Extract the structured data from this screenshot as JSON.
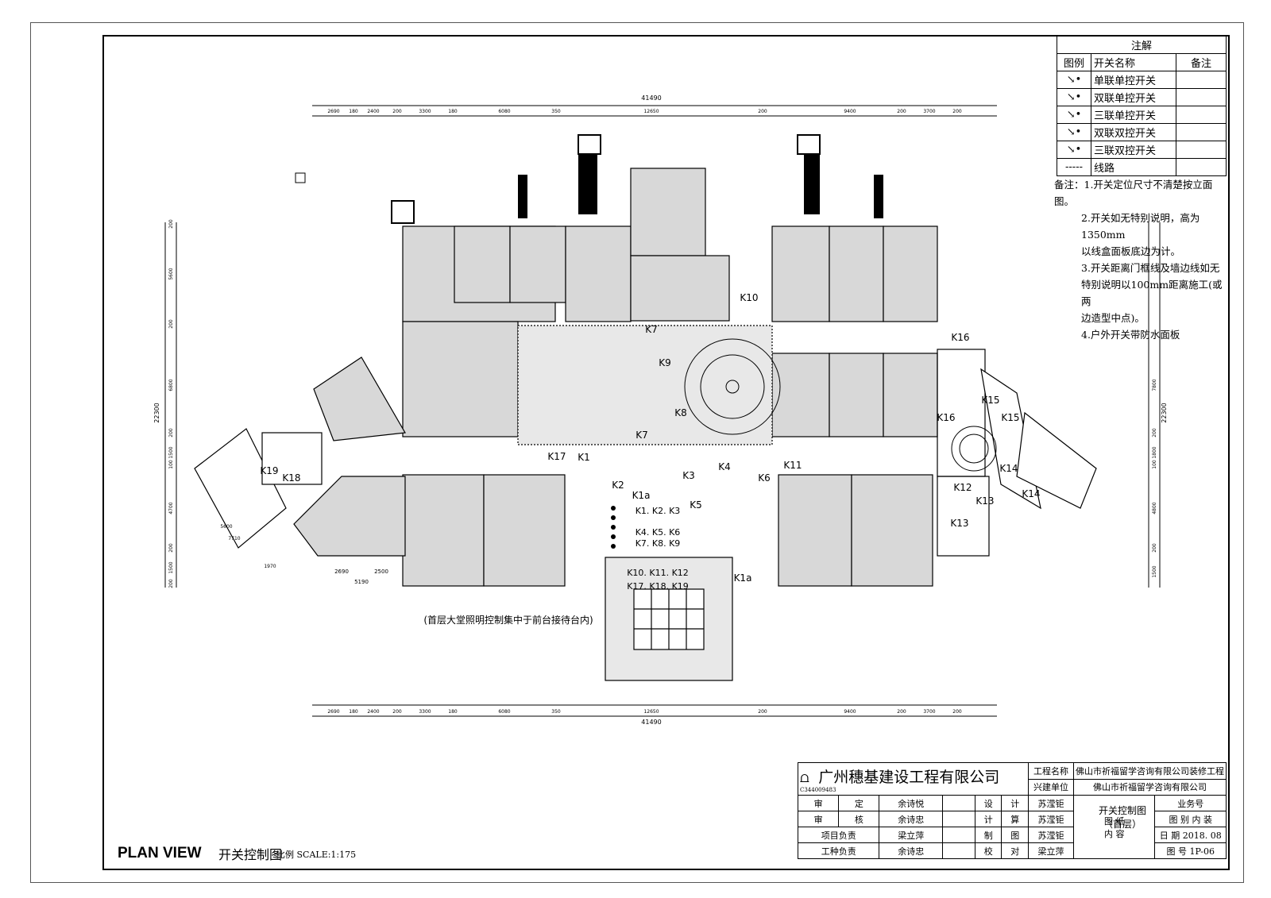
{
  "legend": {
    "title": "注解",
    "headers": [
      "图例",
      "开关名称",
      "备注"
    ],
    "rows": [
      {
        "icon": "single-switch-icon",
        "name": "单联单控开关"
      },
      {
        "icon": "double-switch-icon",
        "name": "双联单控开关"
      },
      {
        "icon": "triple-switch-icon",
        "name": "三联单控开关"
      },
      {
        "icon": "double-dual-switch-icon",
        "name": "双联双控开关"
      },
      {
        "icon": "triple-dual-switch-icon",
        "name": "三联双控开关"
      },
      {
        "icon": "line-icon",
        "name": "线路"
      }
    ]
  },
  "notes": [
    "备注：1.开关定位尺寸不清楚按立面图。",
    "2.开关如无特别说明，高为1350mm",
    "以线盒面板底边为计。",
    "3.开关距离门框线及墙边线如无",
    "特别说明以100mm距离施工(或两",
    "边造型中点)。",
    "4.户外开关带防水面板"
  ],
  "dimensions": {
    "top_total": "41490",
    "top_segments": [
      "2690",
      "180",
      "2400",
      "200",
      "3300",
      "180",
      "6080",
      "350",
      "12650",
      "200",
      "9400",
      "200",
      "3700",
      "200"
    ],
    "left_total": "22300",
    "left_segments": [
      "200",
      "5600",
      "200",
      "6800",
      "200",
      "1500",
      "100",
      "4700",
      "200",
      "1500",
      "200"
    ],
    "right_total": "22300",
    "right_segments": [
      "7800",
      "200",
      "1800",
      "100",
      "4800",
      "200",
      "1500"
    ],
    "diag": [
      "5600",
      "7710",
      "1970"
    ],
    "bottom_left": [
      "2690",
      "2500",
      "5190"
    ]
  },
  "switch_labels": [
    "K1",
    "K1a",
    "K2",
    "K3",
    "K4",
    "K5",
    "K6",
    "K7",
    "K7",
    "K8",
    "K9",
    "K10",
    "K11",
    "K12",
    "K13",
    "K13",
    "K14",
    "K14",
    "K15",
    "K15",
    "K16",
    "K16",
    "K17",
    "K18",
    "K19",
    "K1a"
  ],
  "panel_labels": [
    "K1. K2. K3",
    "K4. K5. K6",
    "K7. K8. K9",
    "K10. K11. K12",
    "K17. K18. K19"
  ],
  "lobby_note": "(首层大堂照明控制集中于前台接待台内)",
  "title": {
    "plan_view": "PLAN VIEW",
    "drawing_cn": "开关控制图",
    "scale": "比例 SCALE:1:175"
  },
  "title_block": {
    "company": "广州穗基建设工程有限公司",
    "company_code": "C344009483",
    "project_label": "工程名称",
    "project": "佛山市祈福留学咨询有限公司装修工程",
    "client_label": "兴建单位",
    "client": "佛山市祈福留学咨询有限公司",
    "rows": [
      [
        "审",
        "定",
        "余诗悦",
        "设",
        "计",
        "苏滢钜"
      ],
      [
        "审",
        "核",
        "余诗忠",
        "计",
        "算",
        "苏滢钜"
      ],
      [
        "项目负责",
        "",
        "梁立萍",
        "制",
        "图",
        "苏滢钜"
      ],
      [
        "工种负责",
        "",
        "余诗忠",
        "校",
        "对",
        "梁立萍"
      ]
    ],
    "content_label_1": "图 纸",
    "content_label_2": "内 容",
    "drawing_name": "开关控制图",
    "drawing_sub": "（首层）",
    "meta": [
      {
        "label": "业务号",
        "value": ""
      },
      {
        "label": "图 别",
        "value": "内 装"
      },
      {
        "label": "日 期",
        "value": "2018. 08"
      },
      {
        "label": "图 号",
        "value": "1P-06"
      }
    ]
  }
}
